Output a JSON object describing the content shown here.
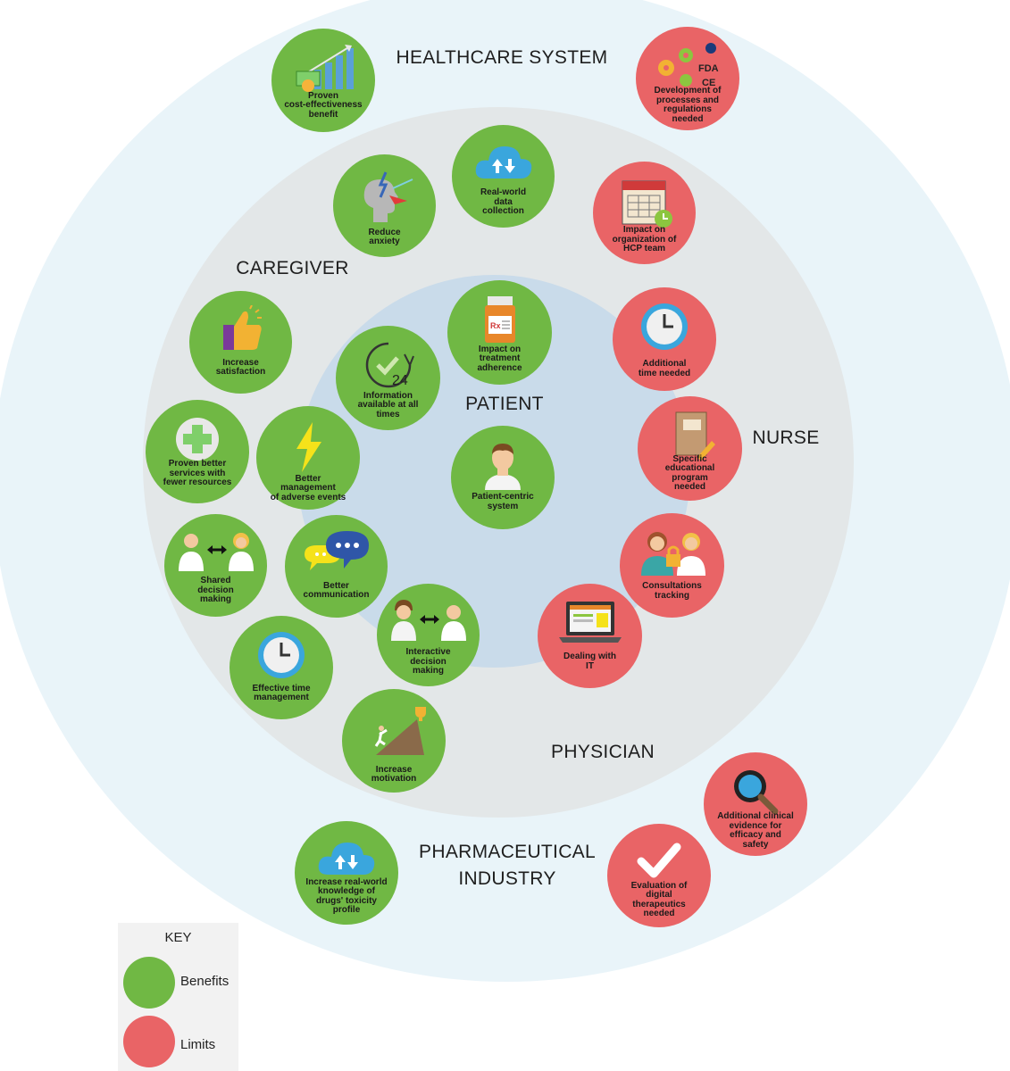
{
  "regions": {
    "healthcare_system": "HEALTHCARE SYSTEM",
    "caregiver": "CAREGIVER",
    "patient": "PATIENT",
    "nurse": "NURSE",
    "physician": "PHYSICIAN",
    "pharmaceutical_industry": "PHARMACEUTICAL\nINDUSTRY"
  },
  "bubbles": {
    "cost_effectiveness": "Proven\ncost-effectiveness\nbenefit",
    "development_processes": "Development of\nprocesses and\nregulations\nneeded",
    "real_world_data": "Real-world\ndata\ncollection",
    "reduce_anxiety": "Reduce\nanxiety",
    "impact_hcp": "Impact on\norganization of\nHCP team",
    "increase_satisfaction": "Increase\nsatisfaction",
    "treatment_adherence": "Impact on\ntreatment\nadherence",
    "additional_time": "Additional\ntime needed",
    "information_available": "Information\navailable at all\ntimes",
    "proven_services": "Proven better\nservices with\nfewer resources",
    "adverse_events": "Better management\nof adverse events",
    "patient_centric": "Patient-centric\nsystem",
    "educational_program": "Specific\neducational\nprogram\nneeded",
    "shared_decision": "Shared\ndecision\nmaking",
    "better_communication": "Better\ncommunication",
    "consultations_tracking": "Consultations\ntracking",
    "dealing_it": "Dealing with\nIT",
    "interactive_decision": "Interactive\ndecision\nmaking",
    "time_management": "Effective time\nmanagement",
    "increase_motivation": "Increase\nmotivation",
    "clinical_evidence": "Additional clinical\nevidence for\nefficacy and\nsafety",
    "drug_knowledge": "Increase real-world\nknowledge of\ndrugs' toxicity\nprofile",
    "evaluation_dtx": "Evaluation of\ndigital\ntherapeutics\nneeded",
    "icon_24_text": "24",
    "icon_rx_text": "Rx",
    "icon_fda_text": "FDA",
    "icon_ce_text": "CE"
  },
  "key": {
    "title": "KEY",
    "benefits": "Benefits",
    "limits": "Limits"
  },
  "colors": {
    "benefit": "#70b844",
    "limit": "#e96466",
    "outer_ring": "#e9f4f9",
    "middle_ring": "#e3e7e8",
    "inner_ring": "#c9dbea"
  }
}
